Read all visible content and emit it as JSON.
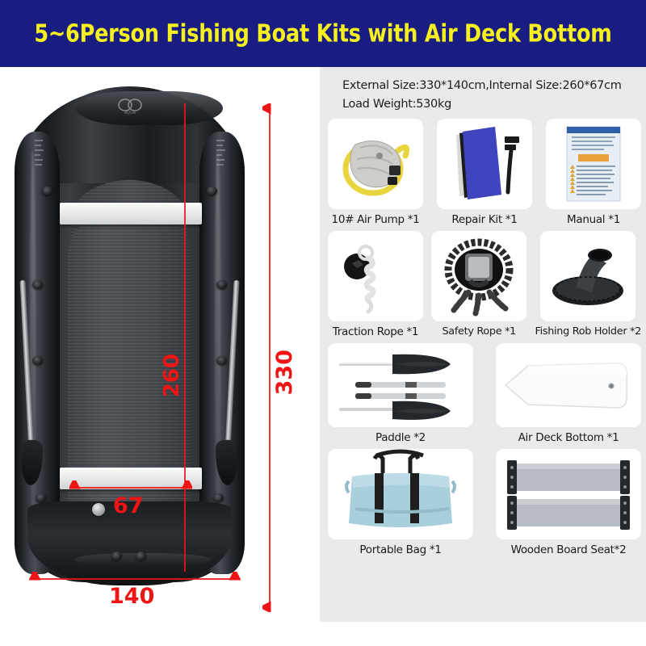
{
  "banner": {
    "title": "5~6Person Fishing Boat Kits with Air Deck Bottom",
    "bg_color": "#191c80",
    "text_color": "#f5f01e"
  },
  "spec": {
    "line1": "External Size:330*140cm,Internal Size:260*67cm",
    "line2": "Load Weight:530kg"
  },
  "dimensions": {
    "accent_color": "#f01414",
    "external_length": "330",
    "internal_length": "260",
    "internal_width": "67",
    "external_width": "140"
  },
  "accessories": {
    "rows": [
      {
        "items": [
          {
            "label": "10# Air Pump *1",
            "icon": "air-pump-icon"
          },
          {
            "label": "Repair Kit *1",
            "icon": "repair-kit-icon"
          },
          {
            "label": "Manual *1",
            "icon": "manual-icon"
          }
        ]
      },
      {
        "items": [
          {
            "label": "Traction Rope *1",
            "icon": "traction-rope-icon"
          },
          {
            "label": "Safety Rope *1",
            "icon": "safety-rope-icon"
          },
          {
            "label": "Fishing Rob Holder *2",
            "icon": "fishing-rod-holder-icon"
          }
        ]
      },
      {
        "items": [
          {
            "label": "Paddle *2",
            "icon": "paddle-icon"
          },
          {
            "label": "Air Deck Bottom *1",
            "icon": "air-deck-bottom-icon"
          }
        ]
      },
      {
        "items": [
          {
            "label": "Portable Bag *1",
            "icon": "portable-bag-icon"
          },
          {
            "label": "Wooden Board Seat*2",
            "icon": "wooden-board-seat-icon"
          }
        ]
      }
    ]
  },
  "product_image": {
    "alt": "black inflatable fishing boat top view",
    "hull_color": "#1a1d20",
    "floor_color": "#4a4f54",
    "seat_color": "#eceded"
  }
}
